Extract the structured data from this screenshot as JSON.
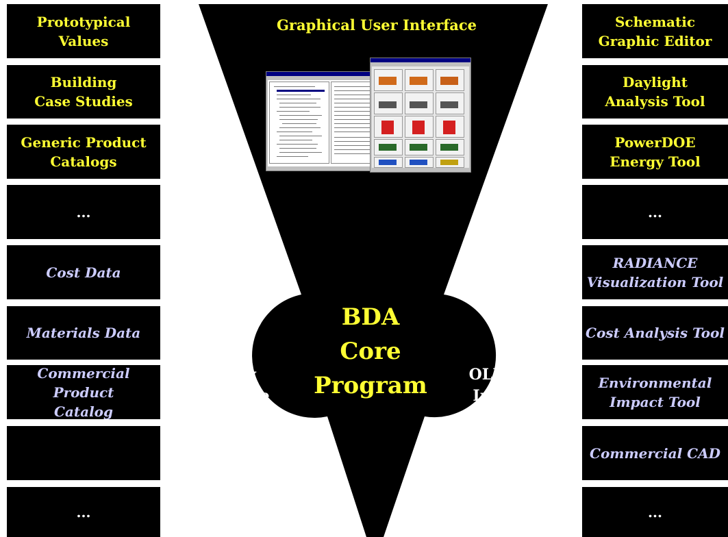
{
  "gui_title": "Graphical User Interface",
  "core": {
    "line1": "BDA",
    "line2": "Core",
    "line3": "Program"
  },
  "query_label": "Query\nInterface\nto\nDatabases",
  "ole_label": "OLE / DLL\nInterface\nto\nApplications",
  "left_items": [
    {
      "text": "Prototypical\nValues",
      "style": "yellow"
    },
    {
      "text": "Building\nCase Studies",
      "style": "yellow"
    },
    {
      "text": "Generic Product\nCatalogs",
      "style": "yellow"
    },
    {
      "text": "...",
      "style": "white"
    },
    {
      "text": "Cost Data",
      "style": "lav"
    },
    {
      "text": "Materials Data",
      "style": "lav"
    },
    {
      "text": "Commercial Product\nCatalog",
      "style": "lav"
    },
    {
      "text": "",
      "style": "white"
    },
    {
      "text": "...",
      "style": "white"
    }
  ],
  "right_items": [
    {
      "text": "Schematic\nGraphic Editor",
      "style": "yellow"
    },
    {
      "text": "Daylight\nAnalysis Tool",
      "style": "yellow"
    },
    {
      "text": "PowerDOE\nEnergy Tool",
      "style": "yellow"
    },
    {
      "text": "...",
      "style": "white"
    },
    {
      "text": "RADIANCE\nVisualization Tool",
      "style": "lav"
    },
    {
      "text": "Cost Analysis Tool",
      "style": "lav"
    },
    {
      "text": "Environmental\nImpact Tool",
      "style": "lav"
    },
    {
      "text": "Commercial CAD",
      "style": "lav"
    },
    {
      "text": "...",
      "style": "white"
    }
  ],
  "colors": {
    "background": "#000000",
    "yellow": "#ffff33",
    "lavender": "#ccccff",
    "white": "#ffffff"
  }
}
